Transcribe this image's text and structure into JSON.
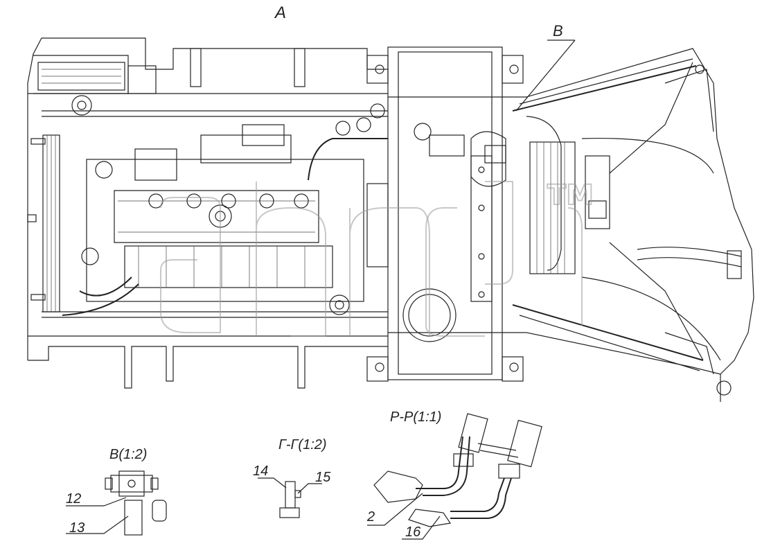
{
  "view_labels": {
    "main": "A",
    "b_marker": "В",
    "detail_b": "В(1:2)",
    "section_g": "Г-Г(1:2)",
    "section_r": "Р-Р(1:1)"
  },
  "callouts": {
    "c12": "12",
    "c13": "13",
    "c14": "14",
    "c15": "15",
    "c2": "2",
    "c16": "16"
  },
  "watermark": {
    "tm": "TM"
  },
  "colors": {
    "line": "#222222",
    "background": "#ffffff",
    "watermark": "#9a9a9a"
  }
}
